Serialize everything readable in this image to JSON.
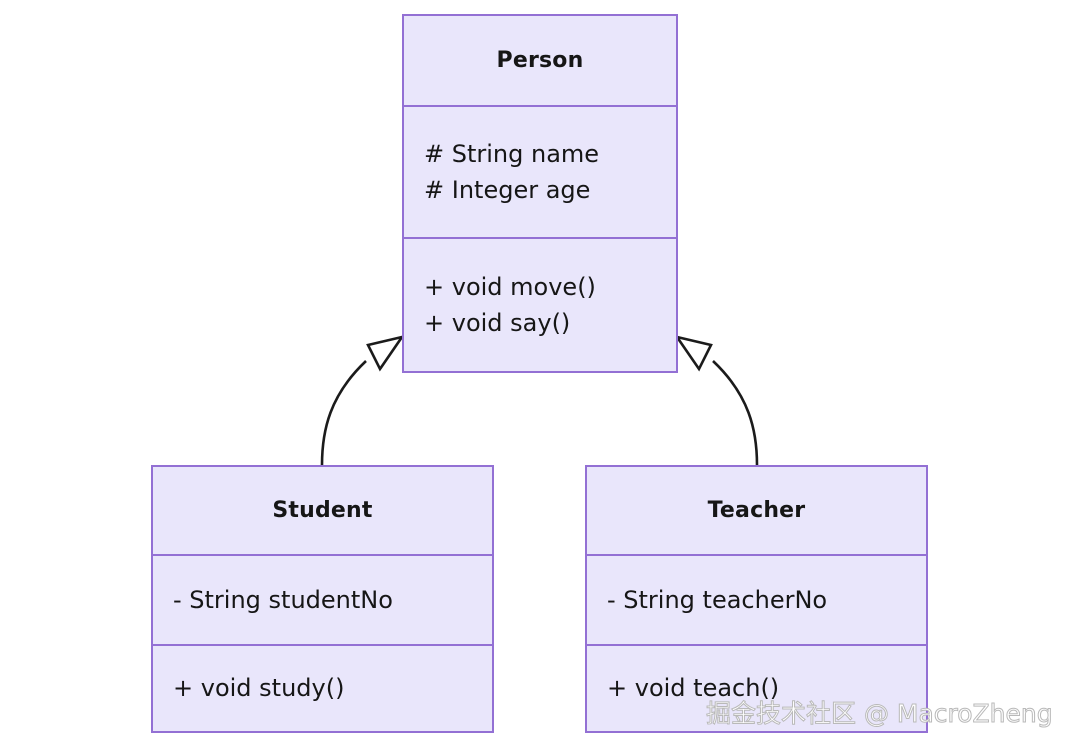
{
  "diagram": {
    "type": "uml-class-diagram",
    "relationship": "generalization",
    "classes": [
      {
        "id": "person",
        "name": "Person",
        "attributes": [
          "# String name",
          "# Integer age"
        ],
        "operations": [
          "+ void move()",
          "+ void say()"
        ]
      },
      {
        "id": "student",
        "name": "Student",
        "attributes": [
          "- String studentNo"
        ],
        "operations": [
          "+ void study()"
        ]
      },
      {
        "id": "teacher",
        "name": "Teacher",
        "attributes": [
          "- String teacherNo"
        ],
        "operations": [
          "+ void teach()"
        ]
      }
    ],
    "edges": [
      {
        "id": "student-to-person",
        "from": "Student",
        "to": "Person",
        "kind": "generalization"
      },
      {
        "id": "teacher-to-person",
        "from": "Teacher",
        "to": "Person",
        "kind": "generalization"
      }
    ]
  },
  "style": {
    "box_fill": "#e9e6fb",
    "box_border": "#9370d4",
    "text_color": "#161616",
    "edge_color": "#1b1b1b",
    "arrowhead_fill": "#ffffff",
    "background": "#ffffff"
  },
  "watermark": {
    "text": "掘金技术社区 @ MacroZheng"
  }
}
